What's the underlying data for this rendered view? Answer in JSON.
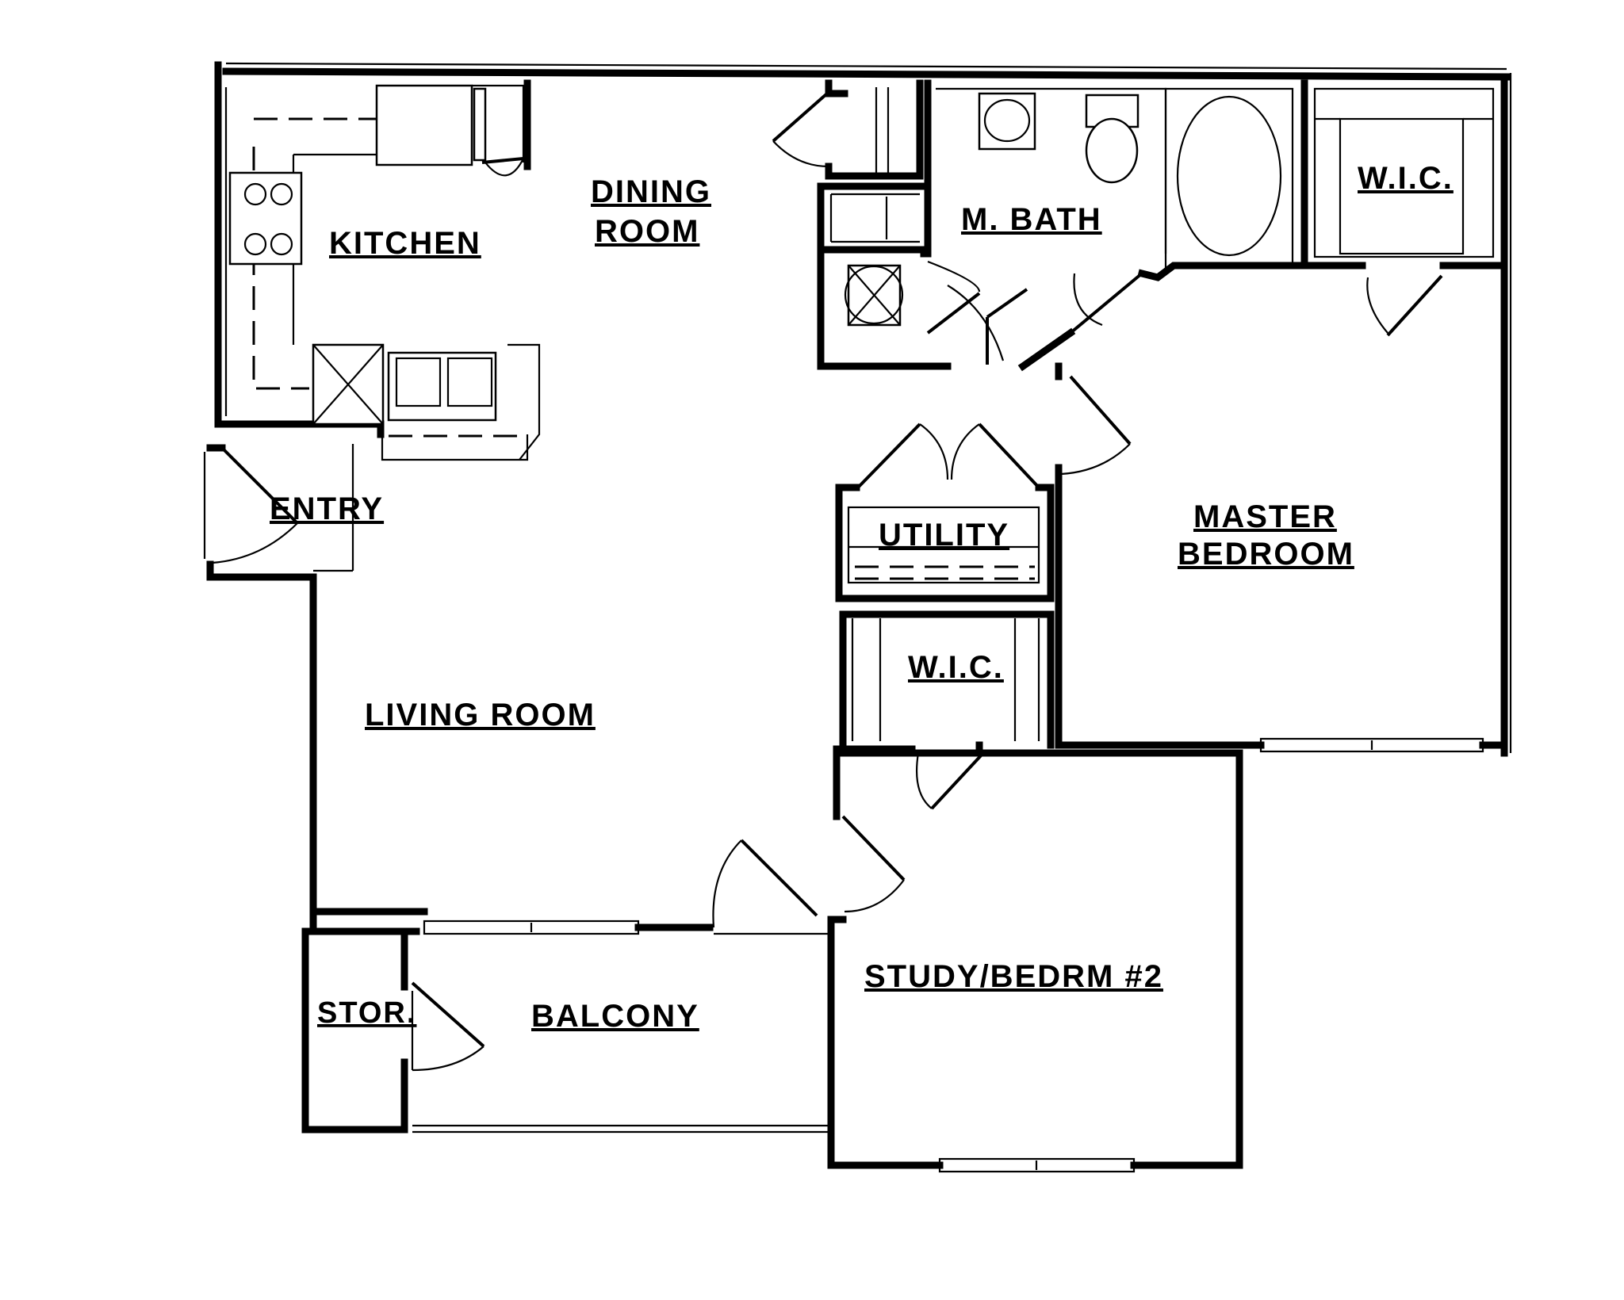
{
  "rooms": {
    "kitchen": "KITCHEN",
    "dining_line1": "DINING",
    "dining_line2": "ROOM",
    "m_bath": "M. BATH",
    "wic_master": "W.I.C.",
    "entry": "ENTRY",
    "utility": "UTILITY",
    "master_line1": "MASTER",
    "master_line2": "BEDROOM",
    "wic_hall": "W.I.C.",
    "living": "LIVING ROOM",
    "study": "STUDY/BEDRM #2",
    "stor": "STOR.",
    "balcony": "BALCONY"
  },
  "colors": {
    "ink": "#000000",
    "paper": "#ffffff"
  }
}
